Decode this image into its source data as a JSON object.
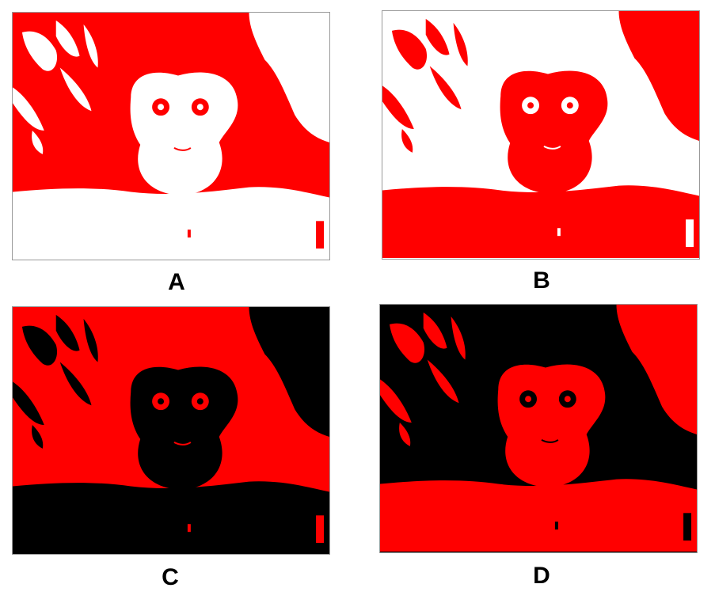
{
  "panels": [
    {
      "label": "A",
      "foreground": "#ff0000",
      "background": "#ffffff",
      "inverted": false
    },
    {
      "label": "B",
      "foreground": "#ff0000",
      "background": "#ffffff",
      "inverted": true
    },
    {
      "label": "C",
      "foreground": "#ff0000",
      "background": "#000000",
      "inverted": false
    },
    {
      "label": "D",
      "foreground": "#ff0000",
      "background": "#000000",
      "inverted": true
    }
  ]
}
